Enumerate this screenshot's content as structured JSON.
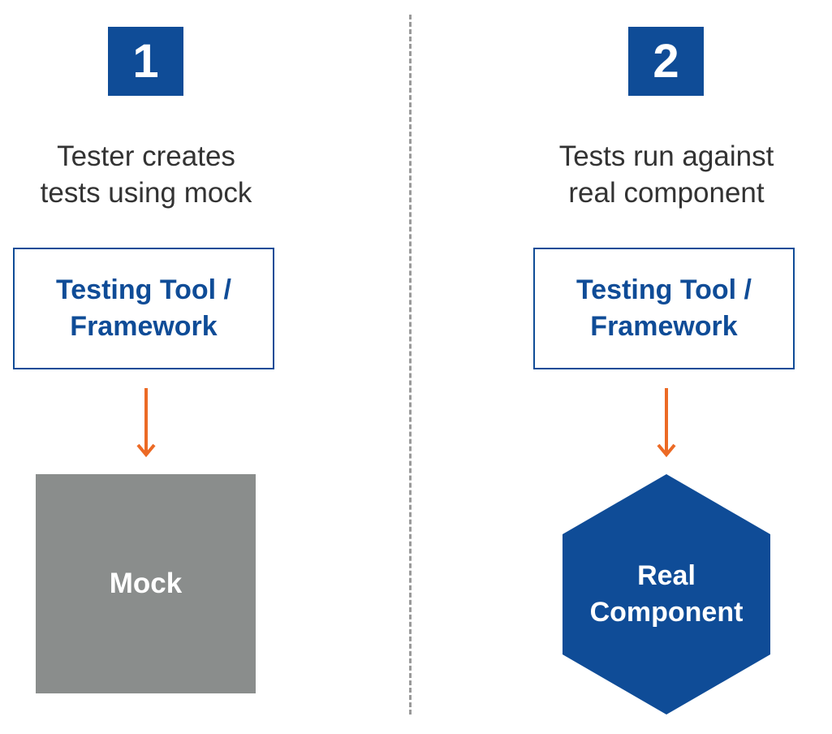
{
  "colors": {
    "primary": "#0f4c97",
    "accent": "#ec6a25",
    "mock": "#8a8d8c",
    "divider": "#9a9a9a",
    "caption": "#333333"
  },
  "left": {
    "step": "1",
    "caption": "Tester creates\ntests using mock",
    "tool": "Testing Tool /\nFramework",
    "target": "Mock"
  },
  "right": {
    "step": "2",
    "caption": "Tests run against\nreal component",
    "tool": "Testing Tool /\nFramework",
    "target": "Real\nComponent"
  },
  "icons": {
    "arrow": "arrow-down-icon",
    "hexagon": "hexagon-shape"
  }
}
